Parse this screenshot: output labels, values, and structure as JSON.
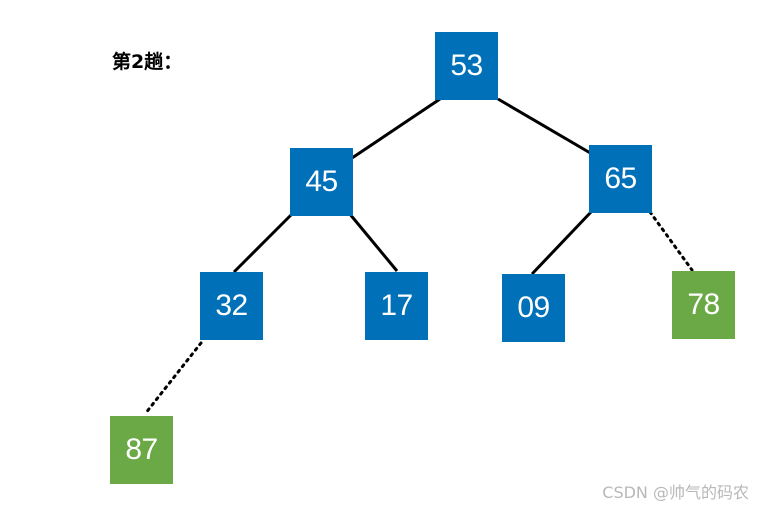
{
  "label": "第2趟：",
  "watermark": "CSDN @帅气的码农",
  "colors": {
    "node_blue": "#0070b8",
    "node_green": "#6aa946",
    "edge": "#000000"
  },
  "nodes": {
    "root": "53",
    "left": "45",
    "right": "65",
    "left_left": "32",
    "left_right": "17",
    "right_left": "09",
    "right_right": "78",
    "left_left_left": "87"
  },
  "edges": [
    {
      "from": "root",
      "to": "left",
      "style": "solid"
    },
    {
      "from": "root",
      "to": "right",
      "style": "solid"
    },
    {
      "from": "left",
      "to": "left_left",
      "style": "solid"
    },
    {
      "from": "left",
      "to": "left_right",
      "style": "solid"
    },
    {
      "from": "right",
      "to": "right_left",
      "style": "solid"
    },
    {
      "from": "right",
      "to": "right_right",
      "style": "dotted"
    },
    {
      "from": "left_left",
      "to": "left_left_left",
      "style": "dotted"
    }
  ]
}
